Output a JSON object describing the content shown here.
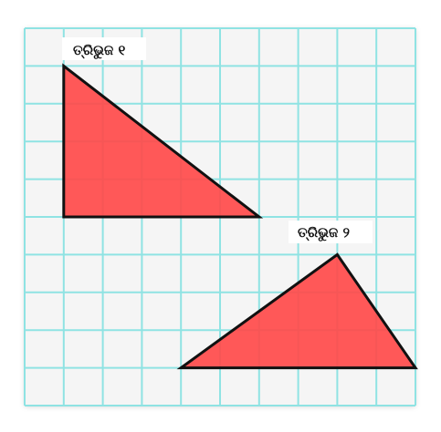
{
  "grid": {
    "cols": 10,
    "rows": 10,
    "line_color": "#8fe3e3",
    "background_color": "#f5f5f5"
  },
  "triangles": [
    {
      "label": "ତ୍ରିଭୁଜ ୧",
      "fill": "#ff4a4a",
      "stroke": "#111111",
      "vertices": [
        [
          1,
          1
        ],
        [
          1,
          5
        ],
        [
          6,
          5
        ]
      ]
    },
    {
      "label": "ତ୍ରିଭୁଜ ୨",
      "fill": "#ff4a4a",
      "stroke": "#111111",
      "vertices": [
        [
          4,
          9
        ],
        [
          10,
          9
        ],
        [
          8,
          6
        ]
      ]
    }
  ]
}
